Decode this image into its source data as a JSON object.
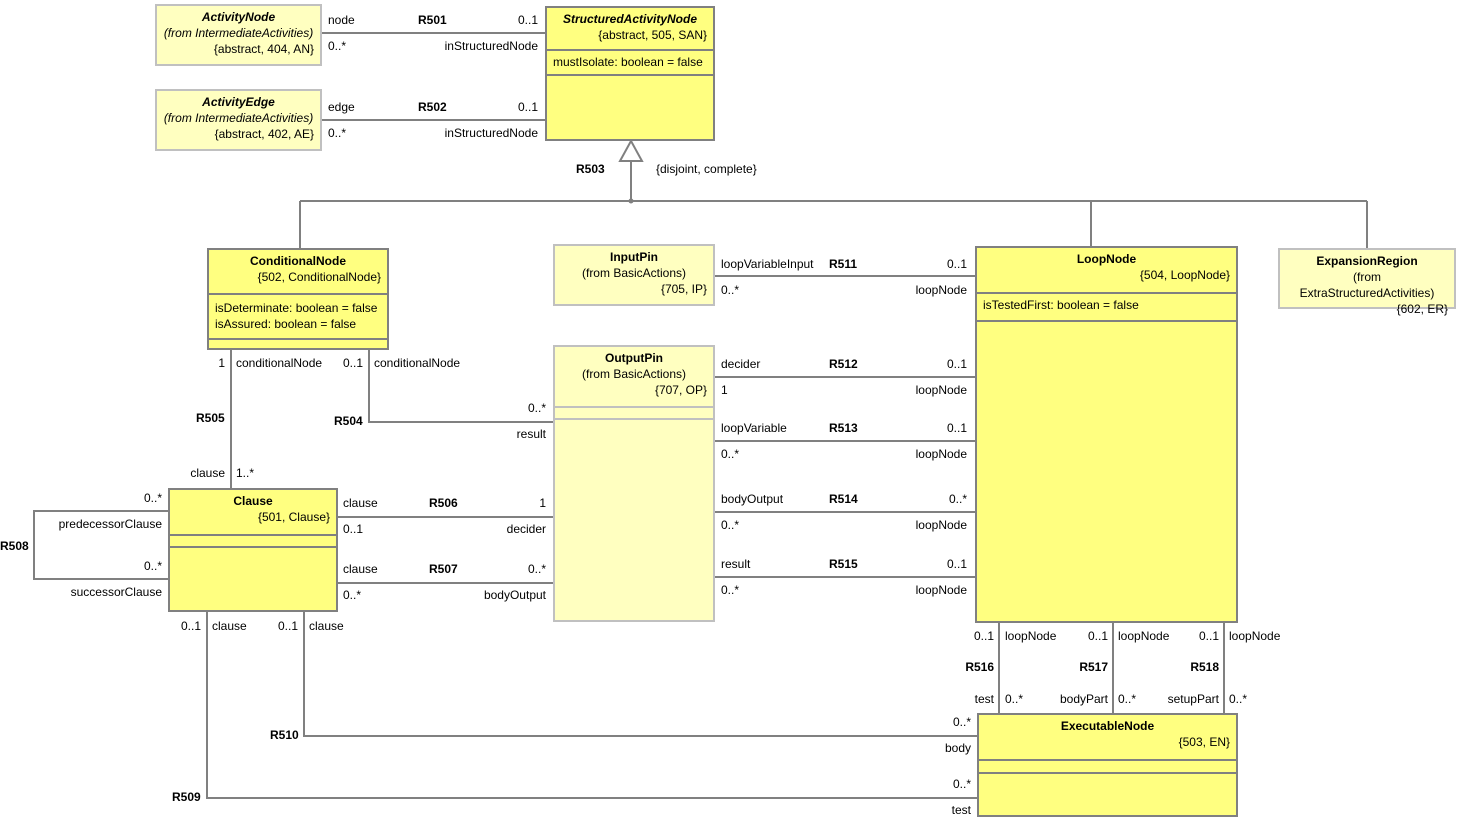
{
  "classes": {
    "activity_node": {
      "name": "ActivityNode",
      "from": "(from IntermediateActivities)",
      "meta": "{abstract, 404, AN}"
    },
    "activity_edge": {
      "name": "ActivityEdge",
      "from": "(from IntermediateActivities)",
      "meta": "{abstract, 402, AE}"
    },
    "structured_activity_node": {
      "name": "StructuredActivityNode",
      "meta": "{abstract, 505, SAN}",
      "attributes": [
        "mustIsolate: boolean = false"
      ]
    },
    "conditional_node": {
      "name": "ConditionalNode",
      "meta": "{502, ConditionalNode}",
      "attributes": [
        "isDeterminate: boolean = false",
        "isAssured: boolean = false"
      ]
    },
    "input_pin": {
      "name": "InputPin",
      "from": "(from BasicActions)",
      "meta": "{705, IP}"
    },
    "output_pin": {
      "name": "OutputPin",
      "from": "(from BasicActions)",
      "meta": "{707, OP}"
    },
    "loop_node": {
      "name": "LoopNode",
      "meta": "{504, LoopNode}",
      "attributes": [
        "isTestedFirst: boolean = false"
      ]
    },
    "expansion_region": {
      "name": "ExpansionRegion",
      "from": "(from ExtraStructuredActivities)",
      "meta": "{602, ER}"
    },
    "clause": {
      "name": "Clause",
      "meta": "{501, Clause}"
    },
    "executable_node": {
      "name": "ExecutableNode",
      "meta": "{503, EN}"
    }
  },
  "generalization": {
    "id": "R503",
    "constraint": "{disjoint, complete}"
  },
  "associations": {
    "r501": {
      "id": "R501",
      "a_role": "node",
      "a_mult": "0..*",
      "b_role": "inStructuredNode",
      "b_mult": "0..1"
    },
    "r502": {
      "id": "R502",
      "a_role": "edge",
      "a_mult": "0..*",
      "b_role": "inStructuredNode",
      "b_mult": "0..1"
    },
    "r504": {
      "id": "R504",
      "a_role": "conditionalNode",
      "a_mult": "0..1",
      "b_role": "result",
      "b_mult": "0..*"
    },
    "r505": {
      "id": "R505",
      "a_role": "conditionalNode",
      "a_mult": "1",
      "b_role": "clause",
      "b_mult": "1..*"
    },
    "r506": {
      "id": "R506",
      "a_role": "clause",
      "a_mult": "0..1",
      "b_role": "decider",
      "b_mult": "1"
    },
    "r507": {
      "id": "R507",
      "a_role": "clause",
      "a_mult": "0..*",
      "b_role": "bodyOutput",
      "b_mult": "0..*"
    },
    "r508": {
      "id": "R508",
      "a_role": "predecessorClause",
      "a_mult": "0..*",
      "b_role": "successorClause",
      "b_mult": "0..*"
    },
    "r509": {
      "id": "R509",
      "a_role": "clause",
      "a_mult": "0..1",
      "b_role": "test",
      "b_mult": "0..*"
    },
    "r510": {
      "id": "R510",
      "a_role": "clause",
      "a_mult": "0..1",
      "b_role": "body",
      "b_mult": "0..*"
    },
    "r511": {
      "id": "R511",
      "a_role": "loopVariableInput",
      "a_mult": "0..1",
      "b_role": "loopNode",
      "b_mult": "0..*"
    },
    "r512": {
      "id": "R512",
      "a_role": "decider",
      "a_mult": "0..1",
      "b_role": "loopNode",
      "b_mult": "1"
    },
    "r513": {
      "id": "R513",
      "a_role": "loopVariable",
      "a_mult": "0..1",
      "b_role": "loopNode",
      "b_mult": "0..*"
    },
    "r514": {
      "id": "R514",
      "a_role": "bodyOutput",
      "a_mult": "0..*",
      "b_role": "loopNode",
      "b_mult": "0..*"
    },
    "r515": {
      "id": "R515",
      "a_role": "result",
      "a_mult": "0..1",
      "b_role": "loopNode",
      "b_mult": "0..*"
    },
    "r516": {
      "id": "R516",
      "a_role": "loopNode",
      "a_mult": "0..1",
      "b_role": "test",
      "b_mult": "0..*"
    },
    "r517": {
      "id": "R517",
      "a_role": "loopNode",
      "a_mult": "0..1",
      "b_role": "bodyPart",
      "b_mult": "0..*"
    },
    "r518": {
      "id": "R518",
      "a_role": "loopNode",
      "a_mult": "0..1",
      "b_role": "setupPart",
      "b_mult": "0..*"
    }
  },
  "colors": {
    "class_fill": "#ffff80",
    "external_fill": "#ffffc0",
    "line": "#808080",
    "external_border": "#c0c0c0"
  }
}
